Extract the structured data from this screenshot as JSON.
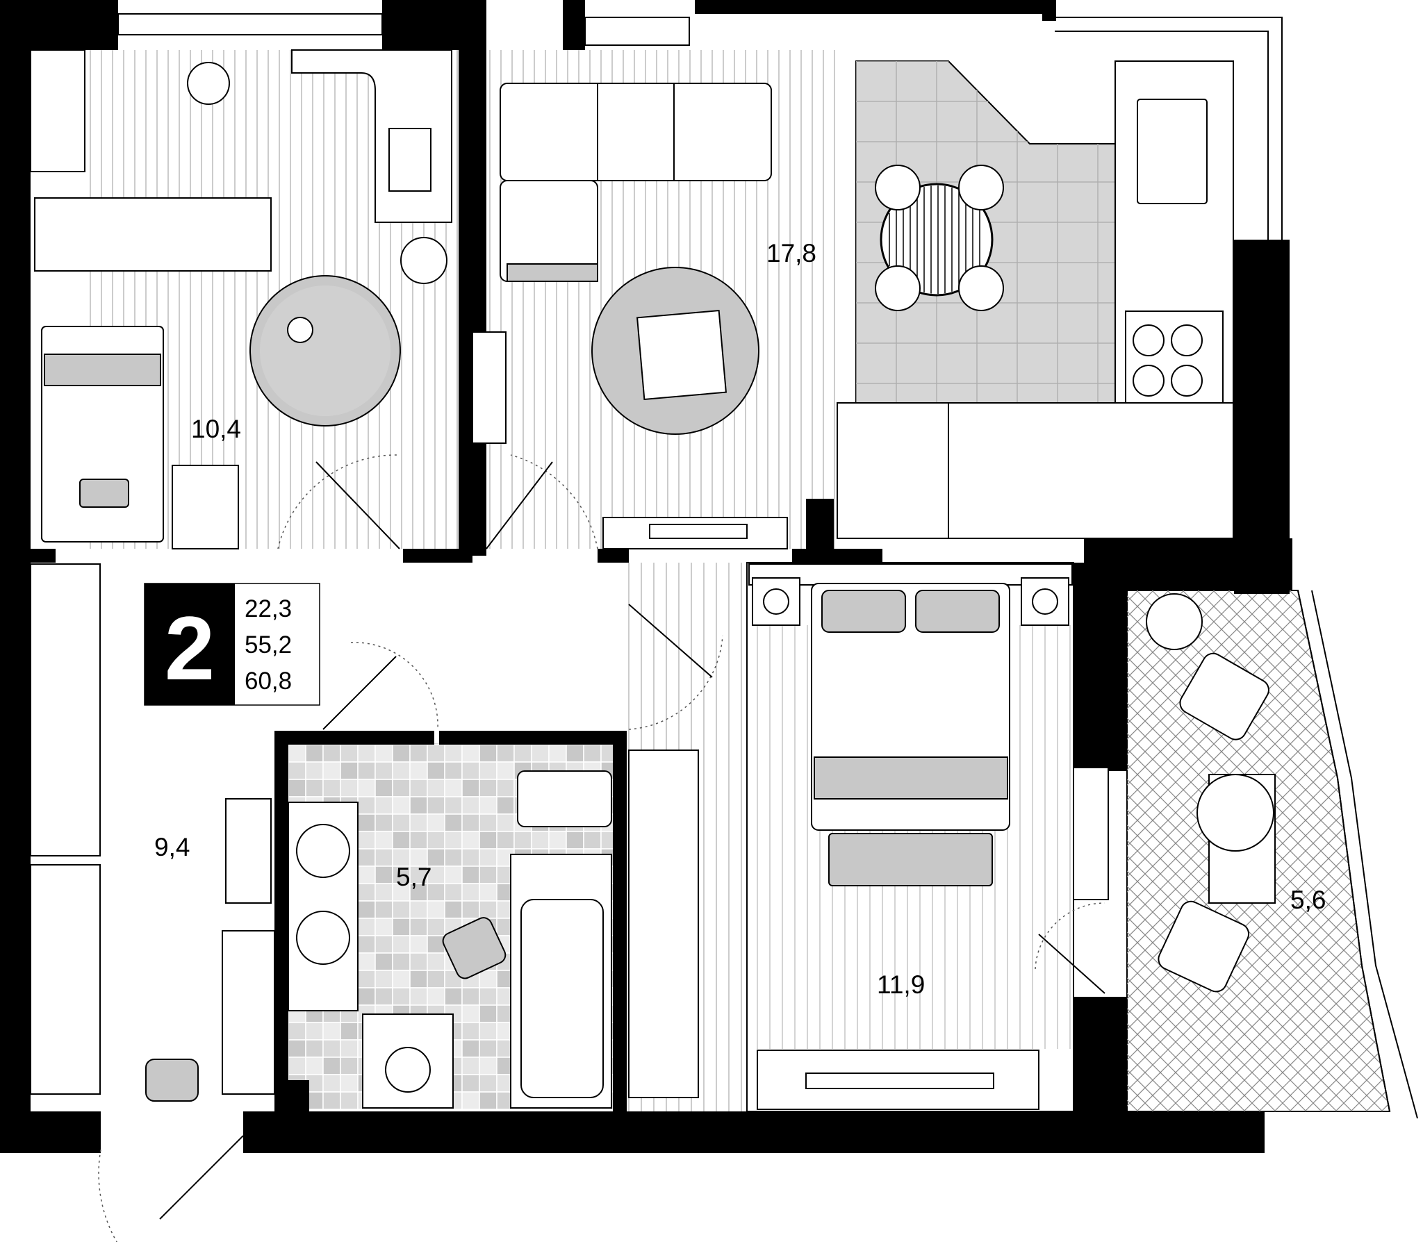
{
  "apartment": {
    "rooms_count": "2",
    "areas": [
      "22,3",
      "55,2",
      "60,8"
    ]
  },
  "rooms": {
    "bedroom_small": "10,4",
    "living_kitchen": "17,8",
    "hall": "9,4",
    "bathroom": "5,7",
    "bedroom_main": "11,9",
    "balcony": "5,6"
  },
  "colors": {
    "wall": "#000000",
    "floor_tile": "#d9d9d9",
    "furniture_fill": "#c8c8c8",
    "background": "#ffffff"
  }
}
